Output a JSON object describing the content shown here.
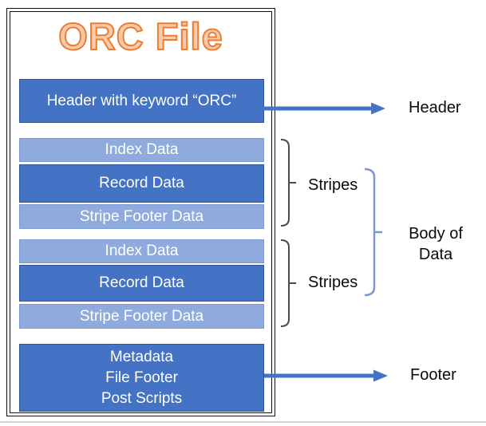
{
  "title": "ORC File",
  "file_structure": {
    "header_box": "Header with keyword “ORC”",
    "stripes": [
      {
        "rows": [
          "Index Data",
          "Record Data",
          "Stripe Footer Data"
        ]
      },
      {
        "rows": [
          "Index Data",
          "Record Data",
          "Stripe Footer Data"
        ]
      }
    ],
    "footer_box_lines": [
      "Metadata",
      "File Footer",
      "Post Scripts"
    ]
  },
  "annotations": {
    "header": "Header",
    "stripes_1": "Stripes",
    "stripes_2": "Stripes",
    "body_line1": "Body of",
    "body_line2": "Data",
    "footer": "Footer"
  },
  "colors": {
    "dark_blue": "#4472C4",
    "light_blue": "#8FAADC",
    "dark_blue_border": "#2F5597",
    "light_blue_border": "#7C9AD0",
    "title_fill": "#F8CBAD",
    "title_outline": "#ED7D31",
    "arrow": "#4472C4",
    "brace_gray": "#4A4A4A",
    "brace_blue": "#7D96CF",
    "frame_black": "#111111",
    "page_divider": "#CDD3D8"
  }
}
